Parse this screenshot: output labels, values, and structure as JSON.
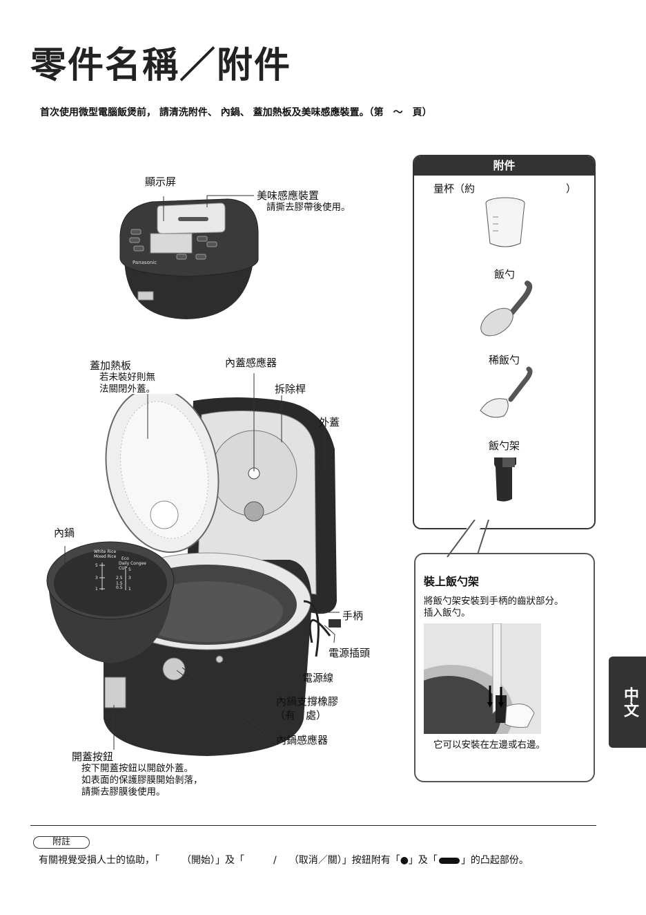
{
  "page": {
    "title": "零件名稱／附件",
    "intro": "首次使用微型電腦飯煲前， 請清洗附件、 內鍋、 蓋加熱板及美味感應裝置。（第　～　頁）"
  },
  "parts": {
    "display": "顯示屏",
    "taste_sensor": "美味感應裝置",
    "taste_sensor_note": "請撕去膠帶後使用。",
    "lid_heater": "蓋加熱板",
    "lid_heater_note_1": "若未裝好則無",
    "lid_heater_note_2": "法關閉外蓋。",
    "inner_lid_sensor": "內蓋感應器",
    "removal_lever": "拆除桿",
    "outer_lid": "外蓋",
    "inner_pot": "內鍋",
    "handle": "手柄",
    "power_plug": "電源插頭",
    "power_cord": "電源線",
    "pot_support_rubber": "內鍋支撐橡膠",
    "pot_support_rubber_count": "（有　處）",
    "pot_sensor": "內鍋感應器",
    "open_button": "開蓋按鈕",
    "open_button_note_1": "按下開蓋按鈕以開啟外蓋。",
    "open_button_note_2": "如表面的保護膠膜開始剝落，",
    "open_button_note_3": "請撕去膠膜後使用。",
    "brand": "Panasonic"
  },
  "pot_scale": {
    "col1_head_1": "White Rice",
    "col1_head_2": "Mixed Rice",
    "col2_head_1": "Eco",
    "col2_head_2": "Daily Congee",
    "cup_label": "CUP",
    "left_marks": [
      "5",
      "3",
      "1"
    ],
    "right_marks": [
      "5",
      "2.5",
      "1.5",
      "0.5",
      "3",
      "1"
    ]
  },
  "accessories": {
    "header": "附件",
    "measuring_cup_open": "量杯（約",
    "measuring_cup_close": "）",
    "rice_scoop": "飯勺",
    "soup_ladle": "稀飯勺",
    "scoop_holder": "飯勺架"
  },
  "mounting": {
    "title": "裝上飯勺架",
    "step_1": "將飯勺架安裝到手柄的齒狀部分。",
    "step_2": "插入飯勺。",
    "side_note": "它可以安裝在左邊或右邊。"
  },
  "side_tab": {
    "label": "中文"
  },
  "footnote": {
    "tag": "附註",
    "text_a": "有關視覺受損人士的協助，「",
    "text_b": "（開始）」及「",
    "text_c": "/",
    "text_d": "（取消／關）」按鈕附有「●」及「",
    "text_e": "」的凸起部份。"
  }
}
